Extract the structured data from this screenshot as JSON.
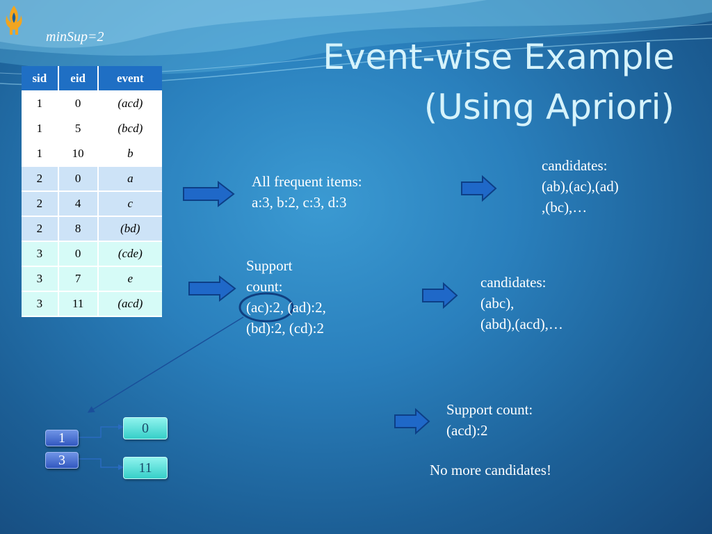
{
  "min_sup": "minSup=2",
  "title": {
    "line1": "Event-wise Example",
    "line2": "(Using Apriori)"
  },
  "table": {
    "headers": [
      "sid",
      "eid",
      "event"
    ],
    "rows": [
      [
        "1",
        "0",
        "(acd)"
      ],
      [
        "1",
        "5",
        "(bcd)"
      ],
      [
        "1",
        "10",
        "b"
      ],
      [
        "2",
        "0",
        "a"
      ],
      [
        "2",
        "4",
        "c"
      ],
      [
        "2",
        "8",
        "(bd)"
      ],
      [
        "3",
        "0",
        "(cde)"
      ],
      [
        "3",
        "7",
        "e"
      ],
      [
        "3",
        "11",
        "(acd)"
      ]
    ]
  },
  "steps": {
    "frequent_items": [
      "All frequent items:",
      "a:3, b:2, c:3, d:3"
    ],
    "candidates_2": [
      "candidates:",
      "(ab),(ac),(ad)",
      ",(bc),…"
    ],
    "support_2": [
      "Support",
      "count:",
      "(ac):2, (ad):2,",
      "(bd):2, (cd):2"
    ],
    "candidates_3": [
      "candidates:",
      "(abc),",
      "(abd),(acd),…"
    ],
    "support_3": [
      "Support count:",
      "(acd):2"
    ],
    "end_text": "No more candidates!"
  },
  "id_list": {
    "sids": [
      "1",
      "3"
    ],
    "eids": [
      "0",
      "11"
    ]
  },
  "colors": {
    "arrow_fill": "#1f68c8",
    "arrow_stroke": "#0d3f86",
    "header_blue": "#1f6fc4",
    "title_color": "#d6f3fb"
  }
}
